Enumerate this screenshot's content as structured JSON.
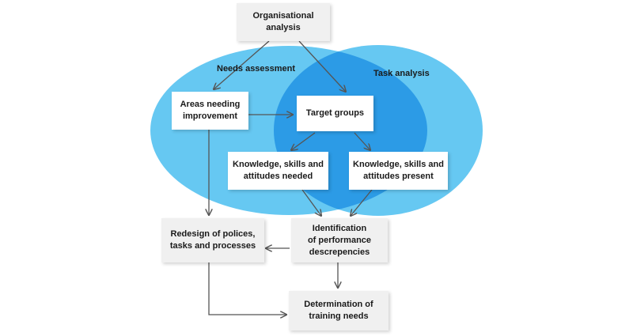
{
  "colors": {
    "ellipse_fill": "#66c8f2",
    "overlap_fill": "#2c9be6",
    "box_fill": "#f0f0f0",
    "white_box_fill": "#ffffff",
    "arrow": "#555555"
  },
  "regions": {
    "needs_assessment": "Needs assessment",
    "task_analysis": "Task analysis"
  },
  "boxes": {
    "organisational_analysis": "Organisational\nanalysis",
    "areas_needing_improvement": "Areas needing\nimprovement",
    "target_groups": "Target groups",
    "ksa_needed": "Knowledge, skills and\nattitudes needed",
    "ksa_present": "Knowledge, skills and\nattitudes present",
    "redesign": "Redesign of polices,\ntasks and processes",
    "identification": "Identification\nof performance\ndescrepencies",
    "determination": "Determination of\ntraining needs"
  }
}
